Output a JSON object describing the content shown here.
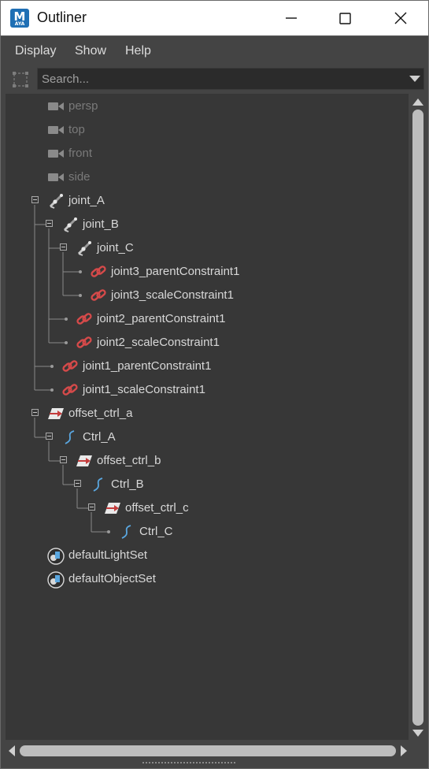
{
  "window": {
    "title": "Outliner",
    "app_icon_letter": "M",
    "app_icon_sub": "AYA"
  },
  "menu": [
    "Display",
    "Show",
    "Help"
  ],
  "search": {
    "placeholder": "Search...",
    "value": ""
  },
  "tree": [
    {
      "label": "persp",
      "icon": "camera-icon",
      "dim": true
    },
    {
      "label": "top",
      "icon": "camera-icon",
      "dim": true
    },
    {
      "label": "front",
      "icon": "camera-icon",
      "dim": true
    },
    {
      "label": "side",
      "icon": "camera-icon",
      "dim": true
    },
    {
      "label": "joint_A",
      "icon": "joint-icon"
    },
    {
      "label": "joint_B",
      "icon": "joint-icon"
    },
    {
      "label": "joint_C",
      "icon": "joint-icon"
    },
    {
      "label": "joint3_parentConstraint1",
      "icon": "constraint-icon"
    },
    {
      "label": "joint3_scaleConstraint1",
      "icon": "constraint-icon"
    },
    {
      "label": "joint2_parentConstraint1",
      "icon": "constraint-icon"
    },
    {
      "label": "joint2_scaleConstraint1",
      "icon": "constraint-icon"
    },
    {
      "label": "joint1_parentConstraint1",
      "icon": "constraint-icon"
    },
    {
      "label": "joint1_scaleConstraint1",
      "icon": "constraint-icon"
    },
    {
      "label": "offset_ctrl_a",
      "icon": "transform-icon"
    },
    {
      "label": "Ctrl_A",
      "icon": "curve-icon"
    },
    {
      "label": "offset_ctrl_b",
      "icon": "transform-icon"
    },
    {
      "label": "Ctrl_B",
      "icon": "curve-icon"
    },
    {
      "label": "offset_ctrl_c",
      "icon": "transform-icon"
    },
    {
      "label": "Ctrl_C",
      "icon": "curve-icon"
    },
    {
      "label": "defaultLightSet",
      "icon": "set-icon"
    },
    {
      "label": "defaultObjectSet",
      "icon": "set-icon"
    }
  ],
  "colors": {
    "accent_constraint": "#d64a4a",
    "curve": "#5aa7e0",
    "tree_bg": "#373737"
  }
}
